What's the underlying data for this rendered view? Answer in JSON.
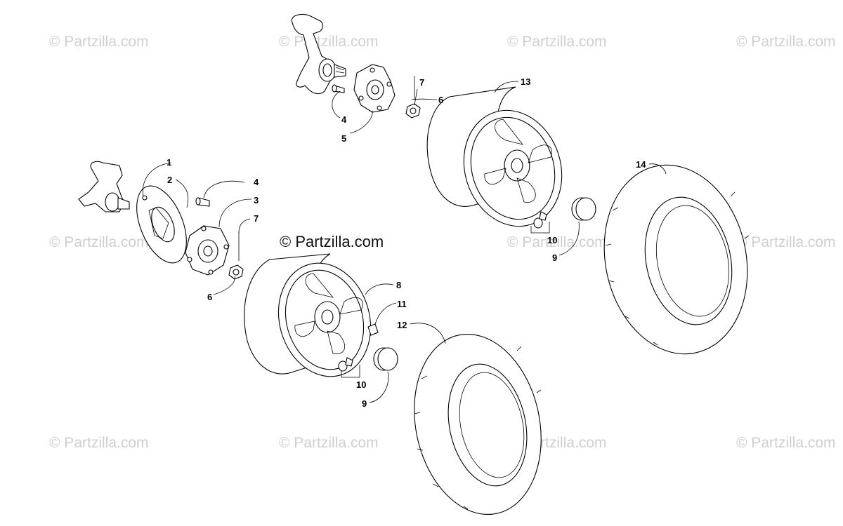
{
  "watermark": {
    "text": "© Partzilla.com",
    "main_text": "© Partzilla.com"
  },
  "callouts": {
    "c1": "1",
    "c2": "2",
    "c3": "3",
    "c4a": "4",
    "c4b": "4",
    "c5": "5",
    "c6a": "6",
    "c6b": "6",
    "c7a": "7",
    "c7b": "7",
    "c8": "8",
    "c9a": "9",
    "c9b": "9",
    "c10a": "10",
    "c10b": "10",
    "c11": "11",
    "c12": "12",
    "c13": "13",
    "c14": "14"
  }
}
